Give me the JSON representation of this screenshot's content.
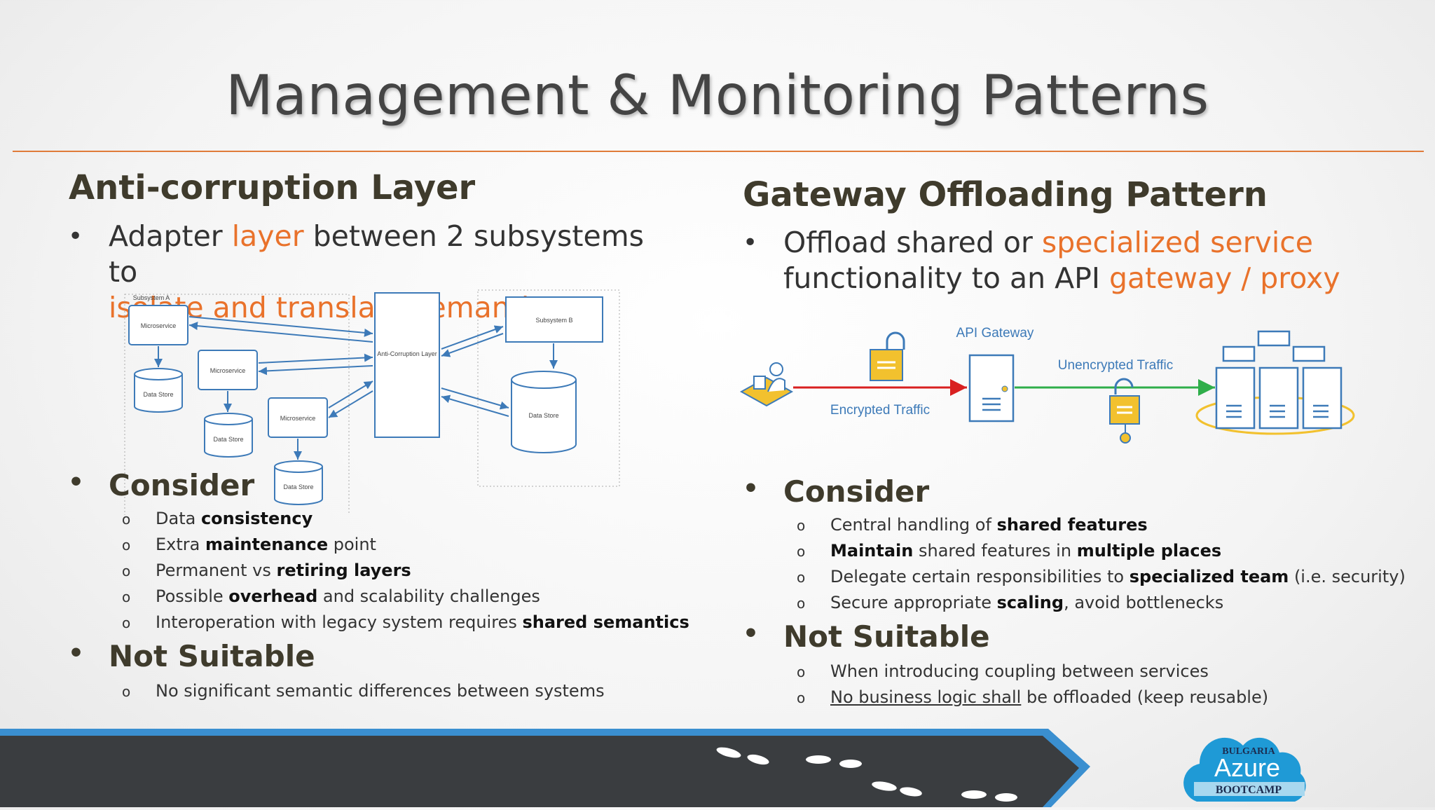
{
  "title": "Management & Monitoring Patterns",
  "left": {
    "heading": "Anti-corruption Layer",
    "bullet_parts": [
      "Adapter ",
      "layer",
      " between 2 subsystems to",
      "isolate and translate semantics"
    ],
    "diagram": {
      "subsystem_a": "Subsystem A",
      "microservice": "Microservice",
      "data_store": "Data Store",
      "acl": "Anti-Corruption Layer",
      "subsystem_b": "Subsystem B"
    },
    "consider_label": "Consider",
    "consider": [
      {
        "pre": "Data ",
        "bold": "consistency",
        "post": ""
      },
      {
        "pre": "Extra ",
        "bold": "maintenance",
        "post": " point"
      },
      {
        "pre": "Permanent vs ",
        "bold": "retiring layers",
        "post": ""
      },
      {
        "pre": "Possible ",
        "bold": "overhead",
        "post": " and scalability challenges"
      },
      {
        "pre": "Interoperation with legacy system requires ",
        "bold": "shared semantics",
        "post": ""
      }
    ],
    "not_suitable_label": "Not Suitable",
    "not_suitable": [
      "No significant semantic differences between systems"
    ]
  },
  "right": {
    "heading": "Gateway Offloading Pattern",
    "bullet_parts": [
      "Offload shared or ",
      "specialized service",
      "functionality to an API ",
      "gateway / proxy"
    ],
    "diagram": {
      "api_gateway": "API Gateway",
      "encrypted": "Encrypted Traffic",
      "unencrypted": "Unencrypted Traffic"
    },
    "consider_label": "Consider",
    "consider": [
      {
        "pre": "Central handling of ",
        "bold": "shared features",
        "mid": "",
        "bold2": "",
        "post": ""
      },
      {
        "pre": "",
        "bold": "Maintain",
        "mid": " shared features in ",
        "bold2": "multiple places",
        "post": ""
      },
      {
        "pre": "Delegate certain responsibilities to ",
        "bold": "specialized team",
        "mid": " (i.e. security)",
        "bold2": "",
        "post": ""
      },
      {
        "pre": "Secure appropriate ",
        "bold": "scaling",
        "mid": ", avoid bottlenecks",
        "bold2": "",
        "post": ""
      }
    ],
    "not_suitable_label": "Not Suitable",
    "not_suitable_1": "When introducing coupling between services",
    "not_suitable_2_underlined": "No business logic shall",
    "not_suitable_2_rest": " be offloaded (keep reusable)"
  },
  "logo": {
    "top": "BULGARIA",
    "mid": "Azure",
    "bottom": "BOOTCAMP"
  },
  "colors": {
    "accent": "#e9722b",
    "heading": "#3f3b2c",
    "diagram_blue": "#3d7ab8",
    "footer_dark": "#3a3d40",
    "red_arrow": "#d92020",
    "green_arrow": "#2fae4a",
    "lock_yellow": "#f2c12e"
  }
}
